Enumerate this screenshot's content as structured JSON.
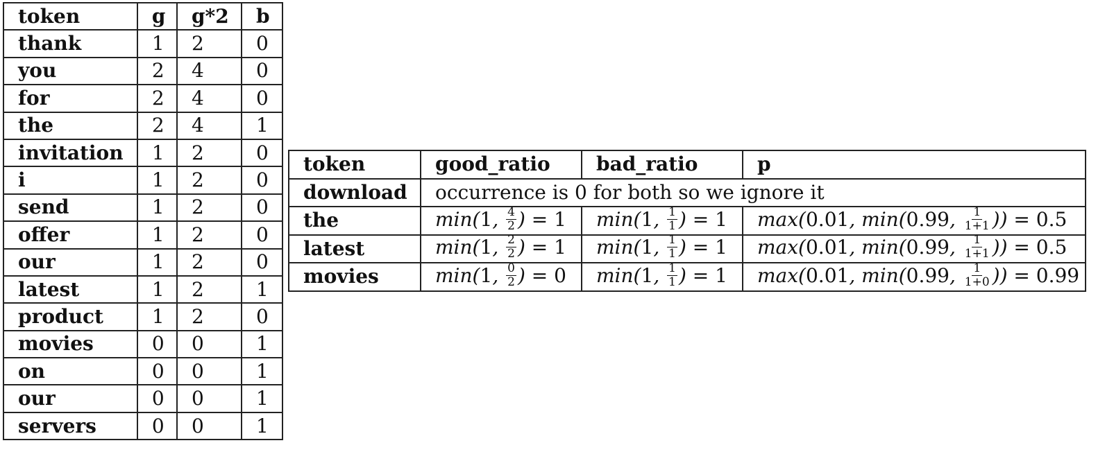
{
  "counts_table": {
    "headers": [
      "token",
      "g",
      "g*2",
      "b"
    ],
    "rows": [
      [
        "thank",
        "1",
        "2",
        "0"
      ],
      [
        "you",
        "2",
        "4",
        "0"
      ],
      [
        "for",
        "2",
        "4",
        "0"
      ],
      [
        "the",
        "2",
        "4",
        "1"
      ],
      [
        "invitation",
        "1",
        "2",
        "0"
      ],
      [
        "i",
        "1",
        "2",
        "0"
      ],
      [
        "send",
        "1",
        "2",
        "0"
      ],
      [
        "offer",
        "1",
        "2",
        "0"
      ],
      [
        "our",
        "1",
        "2",
        "0"
      ],
      [
        "latest",
        "1",
        "2",
        "1"
      ],
      [
        "product",
        "1",
        "2",
        "0"
      ],
      [
        "movies",
        "0",
        "0",
        "1"
      ],
      [
        "on",
        "0",
        "0",
        "1"
      ],
      [
        "our",
        "0",
        "0",
        "1"
      ],
      [
        "servers",
        "0",
        "0",
        "1"
      ]
    ]
  },
  "ratio_table": {
    "headers": [
      "token",
      "good_ratio",
      "bad_ratio",
      "p"
    ],
    "download_row": {
      "token": "download",
      "note": "occurrence is 0 for both so we ignore it"
    },
    "rows": [
      {
        "token": "the",
        "good": {
          "fn": "min",
          "a": "1",
          "num": "4",
          "den": "2",
          "result": "1"
        },
        "bad": {
          "fn": "min",
          "a": "1",
          "num": "1",
          "den": "1",
          "result": "1"
        },
        "p": {
          "outer": "max",
          "lo": "0.01",
          "inner": "min",
          "hi": "0.99",
          "num": "1",
          "den": "1+1",
          "result": "0.5"
        }
      },
      {
        "token": "latest",
        "good": {
          "fn": "min",
          "a": "1",
          "num": "2",
          "den": "2",
          "result": "1"
        },
        "bad": {
          "fn": "min",
          "a": "1",
          "num": "1",
          "den": "1",
          "result": "1"
        },
        "p": {
          "outer": "max",
          "lo": "0.01",
          "inner": "min",
          "hi": "0.99",
          "num": "1",
          "den": "1+1",
          "result": "0.5"
        }
      },
      {
        "token": "movies",
        "good": {
          "fn": "min",
          "a": "1",
          "num": "0",
          "den": "2",
          "result": "0"
        },
        "bad": {
          "fn": "min",
          "a": "1",
          "num": "1",
          "den": "1",
          "result": "1"
        },
        "p": {
          "outer": "max",
          "lo": "0.01",
          "inner": "min",
          "hi": "0.99",
          "num": "1",
          "den": "1+0",
          "result": "0.99"
        }
      }
    ]
  }
}
